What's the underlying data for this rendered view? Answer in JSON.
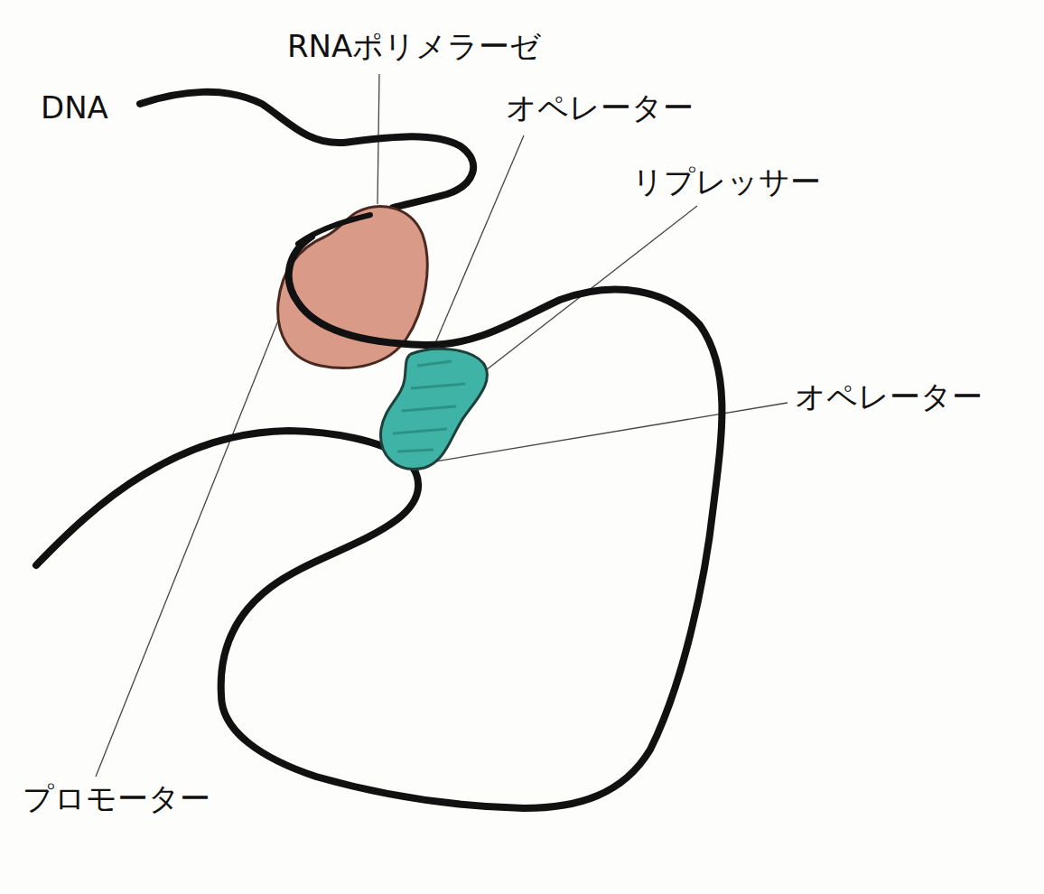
{
  "diagram": {
    "labels": [
      "DNA",
      "RNAポリメラーゼ",
      "オペレーター",
      "リプレッサー",
      "オペレーター",
      "プロモーター"
    ]
  }
}
